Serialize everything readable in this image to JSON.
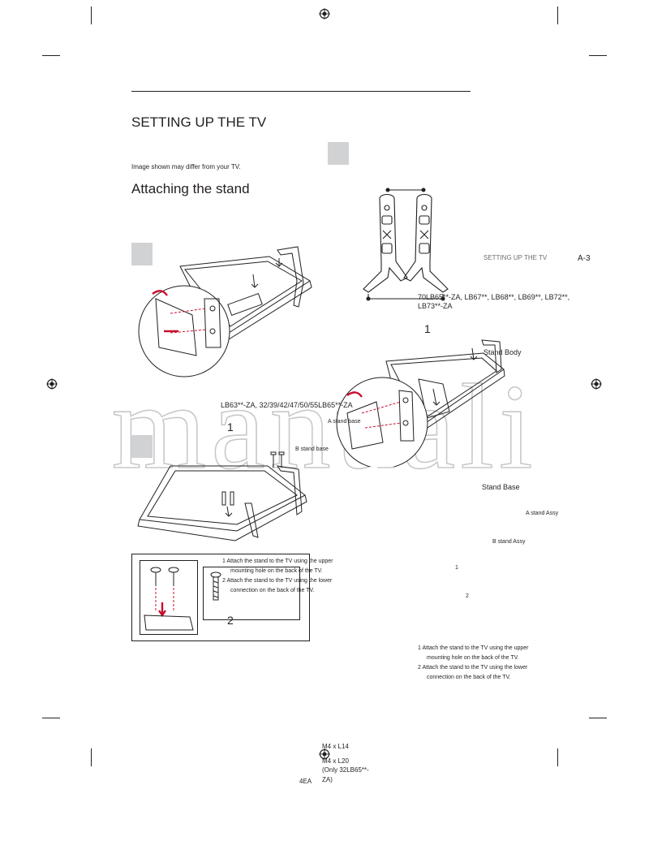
{
  "page": {
    "title": "SETTING UP THE TV",
    "note": "Image shown may differ from your TV.",
    "subtitle": "Attaching the stand",
    "running_header": "SETTING UP THE TV",
    "page_number": "A-3",
    "watermark": "manuali"
  },
  "model_labels": {
    "large": "70LB65**-ZA, LB67**, LB68**, LB69**, LB72**,",
    "large_line2": "LB73**-ZA",
    "small": "LB63**-ZA, 32/39/42/47/50/55LB65**-ZA"
  },
  "step_numbers": {
    "right_top": "1",
    "left_mid": "1",
    "left_bottom": "2"
  },
  "parts": {
    "stand_body": "Stand Body",
    "stand_base": "Stand Base",
    "a_stand_base": "A stand base",
    "b_stand_base": "B stand base",
    "a_stand_assy": "A stand Assy",
    "b_stand_assy": "B stand Assy",
    "num1": "1",
    "num2": "2"
  },
  "instructions_left": {
    "line1": "1 Attach the stand to the TV using the upper",
    "line2": "mounting hole on the back of the TV.",
    "line3": "2 Attach the stand to the TV using the lower",
    "line4": "connection on the back of the TV."
  },
  "instructions_right": {
    "line1": "1 Attach the stand to the TV using the upper",
    "line2": "mounting hole on the back of the TV.",
    "line3": "2 Attach the stand to the TV using the lower",
    "line4": "connection on the back of the TV."
  },
  "screws": {
    "spec1": "M4 x L14",
    "spec2": "M4 x L20",
    "spec3": "(Only 32LB65**-",
    "spec4": "ZA)",
    "qty": "4EA"
  }
}
